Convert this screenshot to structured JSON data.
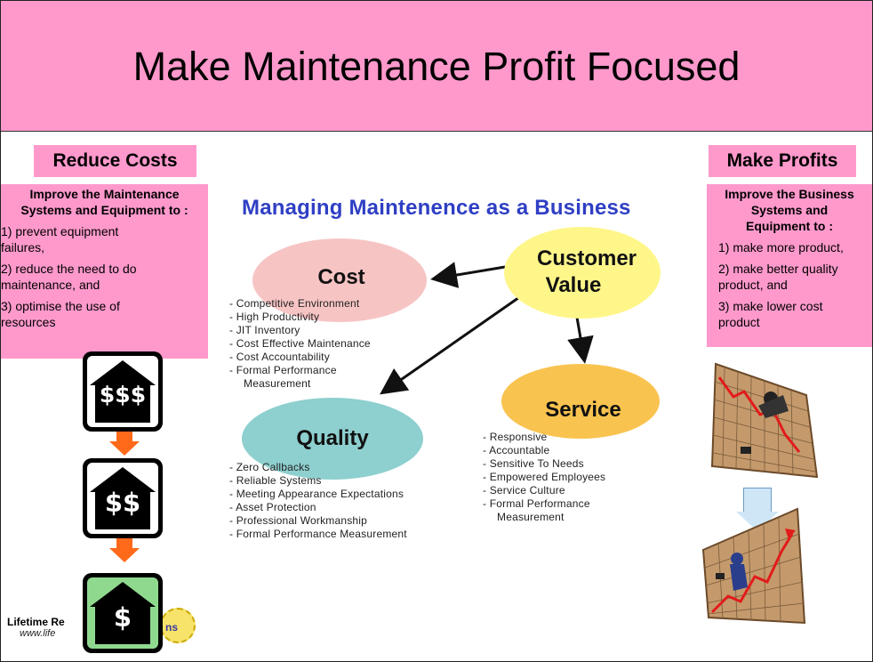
{
  "title": "Make Maintenance Profit Focused",
  "left": {
    "label": "Reduce Costs",
    "heading": "Improve the Maintenance Systems and Equipment to :",
    "items": [
      "1)  prevent equipment failures,",
      "2)  reduce the need to do maintenance, and",
      "3)  optimise the use of resources"
    ],
    "houses": [
      "$$$",
      "$$",
      "$"
    ]
  },
  "right": {
    "label": "Make Profits",
    "heading": "Improve the Business Systems and Equipment to :",
    "items": [
      "1)  make more product,",
      "2)  make better quality product, and",
      "3)  make lower cost product"
    ]
  },
  "diagram": {
    "title": "Managing Maintenence as a Business",
    "nodes": {
      "cost": "Cost",
      "customer_value": [
        "Customer",
        "Value"
      ],
      "quality": "Quality",
      "service": "Service"
    },
    "cost_bullets": [
      "- Competitive Environment",
      "- High Productivity",
      "- JIT Inventory",
      "- Cost Effective Maintenance",
      "- Cost Accountability",
      "- Formal Performance",
      "Measurement"
    ],
    "quality_bullets": [
      "- Zero Callbacks",
      "- Reliable Systems",
      "- Meeting Appearance Expectations",
      "- Asset Protection",
      "- Professional Workmanship",
      "- Formal Performance Measurement"
    ],
    "service_bullets": [
      "- Responsive",
      "- Accountable",
      "- Sensitive To Needs",
      "- Empowered Employees",
      "- Service Culture",
      "- Formal Performance",
      "Measurement"
    ]
  },
  "logo": {
    "text_start": "Lifetime Re",
    "text_end": "ns",
    "url_start": "www.life"
  },
  "colors": {
    "pink": "#ff99cc",
    "cost": "#f7c4c4",
    "customer_value": "#fff68a",
    "quality": "#8ecfcf",
    "service": "#f9c34f",
    "arrow": "#ff6a1a",
    "diagram_title": "#2f3fc4"
  }
}
